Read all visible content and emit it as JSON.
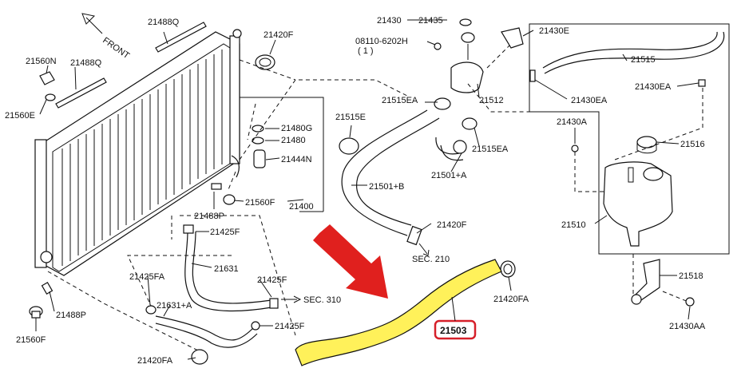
{
  "diagram": {
    "front_label": "FRONT",
    "labels": {
      "p21488Q_top": "21488Q",
      "p21420F_top": "21420F",
      "p21560N": "21560N",
      "p21488Q_left": "21488Q",
      "p21560E": "21560E",
      "p21430": "21430",
      "p21435": "21435",
      "p08110": "08110-6202H",
      "p08110_qty": "( 1 )",
      "p21430E": "21430E",
      "p21515": "21515",
      "p21430EA_right": "21430EA",
      "p21430EA_mid": "21430EA",
      "p21515EA_left": "21515EA",
      "p21512": "21512",
      "p21515E": "21515E",
      "p21480G": "21480G",
      "p21480": "21480",
      "p21444N": "21444N",
      "p21515EA_right": "21515EA",
      "p21430A": "21430A",
      "p21516": "21516",
      "p21501A": "21501+A",
      "p21501B": "21501+B",
      "p21560F_mid": "21560F",
      "p21400": "21400",
      "p21488P_mid": "21488P",
      "p21425F_top": "21425F",
      "p21420F_mid": "21420F",
      "p21510": "21510",
      "p21631": "21631",
      "sec210": "SEC. 210",
      "p21425FA": "21425FA",
      "p21425F_mid": "21425F",
      "sec310": "SEC. 310",
      "p21518": "21518",
      "p21420FA_right": "21420FA",
      "p21631A": "21631+A",
      "p21488P_left": "21488P",
      "p21425F_low": "21425F",
      "p21503": "21503",
      "p21430AA": "21430AA",
      "p21560F_left": "21560F",
      "p21420FA_low": "21420FA"
    },
    "highlight": {
      "part": "21503",
      "hose_color": "#fff15a",
      "box_color": "#d6202a",
      "arrow_color": "#e0201e"
    }
  }
}
